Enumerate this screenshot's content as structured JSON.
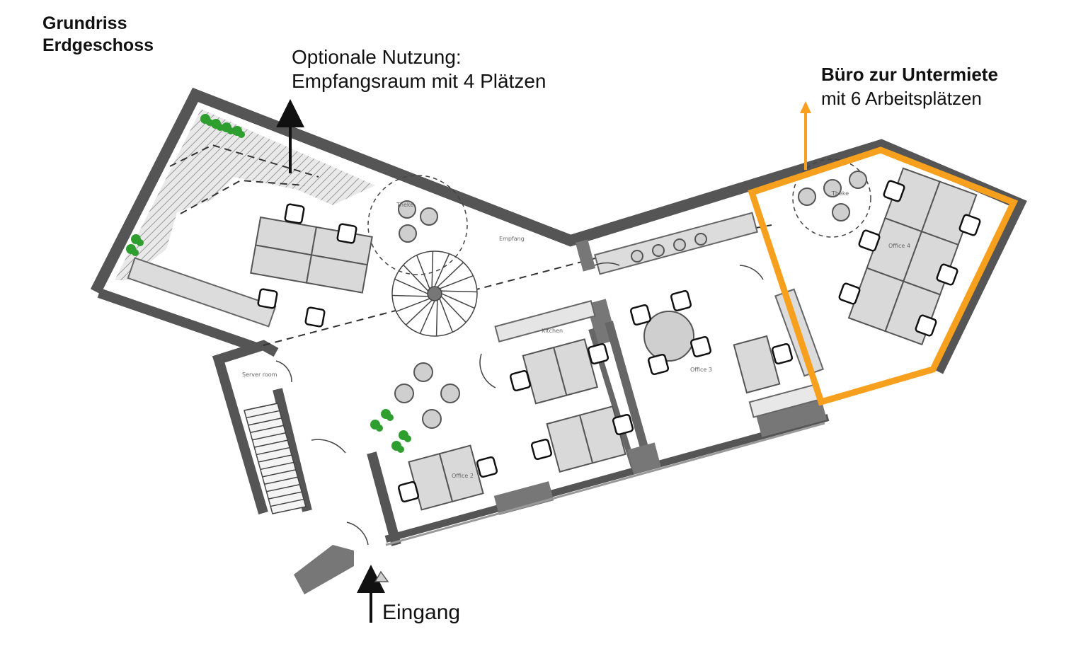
{
  "title": {
    "line1": "Grundriss",
    "line2": "Erdgeschoss"
  },
  "annotations": {
    "reception": {
      "line1": "Optionale Nutzung:",
      "line2": "Empfangsraum mit 4 Plätzen"
    },
    "rental_office": {
      "line1": "Büro zur Untermiete",
      "line2": "mit 6 Arbeitsplätzen"
    },
    "entrance": "Eingang"
  },
  "rooms": {
    "reception": "Empfang",
    "server": "Server room",
    "kitchen": "Kitchen",
    "office2": "Office 2",
    "office3": "Office 3",
    "office4": "Office 4",
    "theke1": "Theke",
    "theke2": "Theke"
  },
  "colors": {
    "wall": "#555555",
    "wall_light": "#888888",
    "furniture": "#d9d9d9",
    "highlight": "#f7a01e",
    "plant": "#2e9e2e",
    "arrow": "#111111"
  }
}
